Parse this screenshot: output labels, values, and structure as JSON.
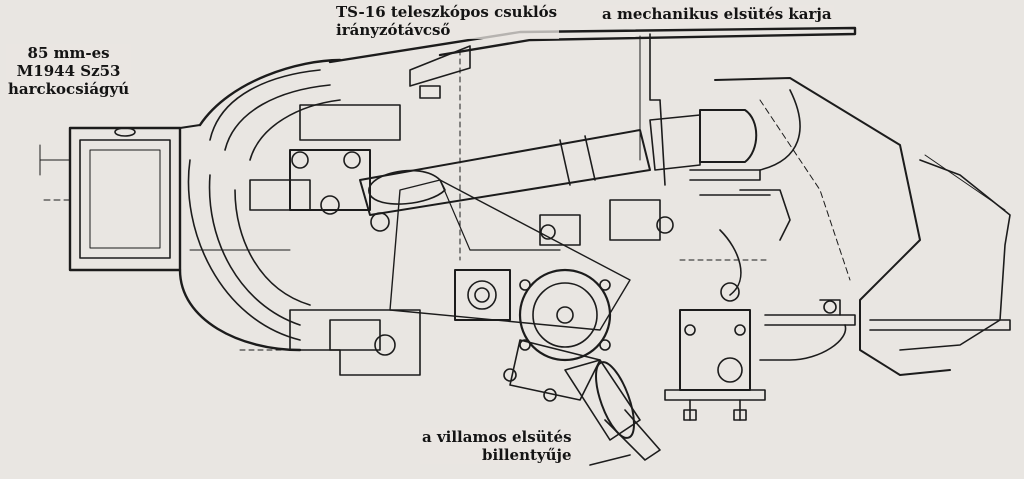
{
  "labels": {
    "gun": [
      "85 mm-es",
      "M1944 Sz53",
      "harckocsiágyú"
    ],
    "scope": [
      "TS-16 teleszkópos csuklós",
      "irányzótávcső"
    ],
    "lever": [
      "a mechanikus elsütés karja"
    ],
    "trigger": [
      "a villamos elsütés",
      "billentyűje"
    ]
  },
  "colors": {
    "paper": "#e9e6e2",
    "ink": "#1c1c1c"
  }
}
